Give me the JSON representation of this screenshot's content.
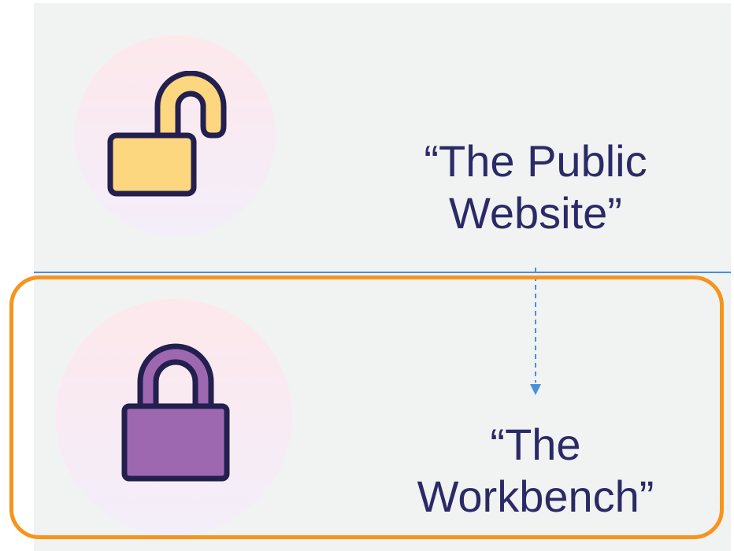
{
  "top_section": {
    "label_line1": "“The Public",
    "label_line2": "Website”",
    "icon": "unlocked-padlock-icon"
  },
  "bottom_section": {
    "label_line1": "“The",
    "label_line2": "Workbench”",
    "icon": "locked-padlock-icon",
    "highlighted": true
  },
  "colors": {
    "panel_background": "#f1f2f2",
    "divider": "#4a90d9",
    "highlight_border": "#f7941d",
    "label_text": "#2b2a66",
    "open_lock_fill": "#fdd77f",
    "closed_lock_fill": "#9e68b0",
    "icon_outline": "#231f4f"
  }
}
